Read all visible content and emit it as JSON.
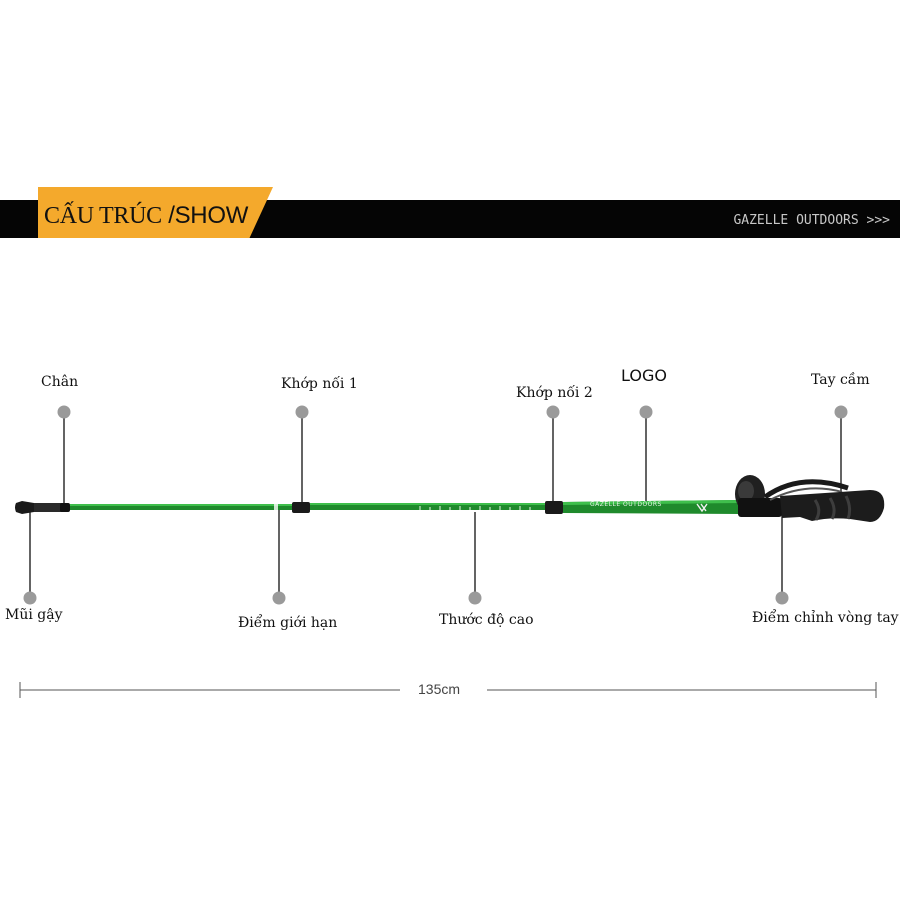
{
  "header": {
    "title_prefix": "CẤU TRÚC",
    "title_suffix": "/SHOW",
    "brand": "GAZELLE OUTDOORS",
    "brand_arrows": ">>>"
  },
  "labels": {
    "chan": "Chân",
    "khop_noi_1": "Khớp nối 1",
    "khop_noi_2": "Khớp nối 2",
    "logo": "LOGO",
    "tay_cam": "Tay cầm",
    "mui_gay": "Mũi gậy",
    "diem_gioi_han": "Điểm giới hạn",
    "thuoc_do_cao": "Thước độ cao",
    "diem_chinh_vong_tay": "Điểm chỉnh vòng tay"
  },
  "dimension": {
    "length": "135cm"
  },
  "pole_logo_text": "GAZELLE OUTDOORS",
  "colors": {
    "accent": "#f4a92c",
    "banner": "#050505",
    "shaft": "#1f8a2c",
    "marker": "#9a9a9a"
  }
}
